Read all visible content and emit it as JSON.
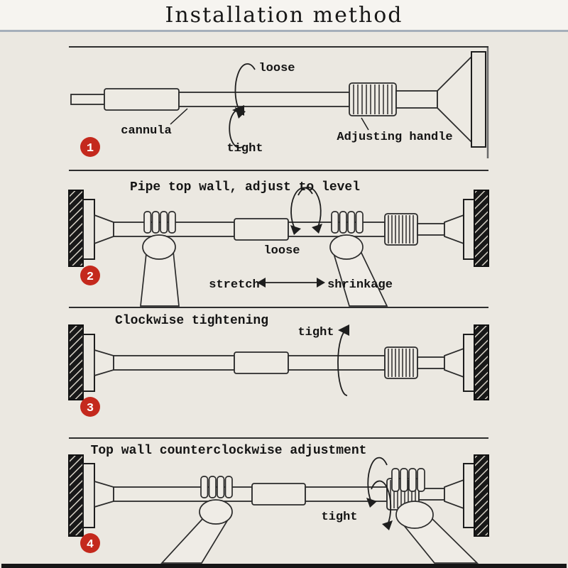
{
  "title": "Installation method",
  "colors": {
    "accent_red": "#c4291d",
    "line_dark": "#2b2b2b"
  },
  "steps": [
    {
      "number": "1",
      "labels": {
        "loose": "loose",
        "cannula": "cannula",
        "tight": "tight",
        "adjusting_handle": "Adjusting handle"
      }
    },
    {
      "number": "2",
      "heading": "Pipe top wall, adjust to level",
      "labels": {
        "loose": "loose",
        "stretch": "stretch",
        "shrinkage": "shrinkage"
      }
    },
    {
      "number": "3",
      "heading": "Clockwise tightening",
      "labels": {
        "tight": "tight"
      }
    },
    {
      "number": "4",
      "heading": "Top wall counterclockwise adjustment",
      "labels": {
        "tight": "tight"
      }
    }
  ]
}
